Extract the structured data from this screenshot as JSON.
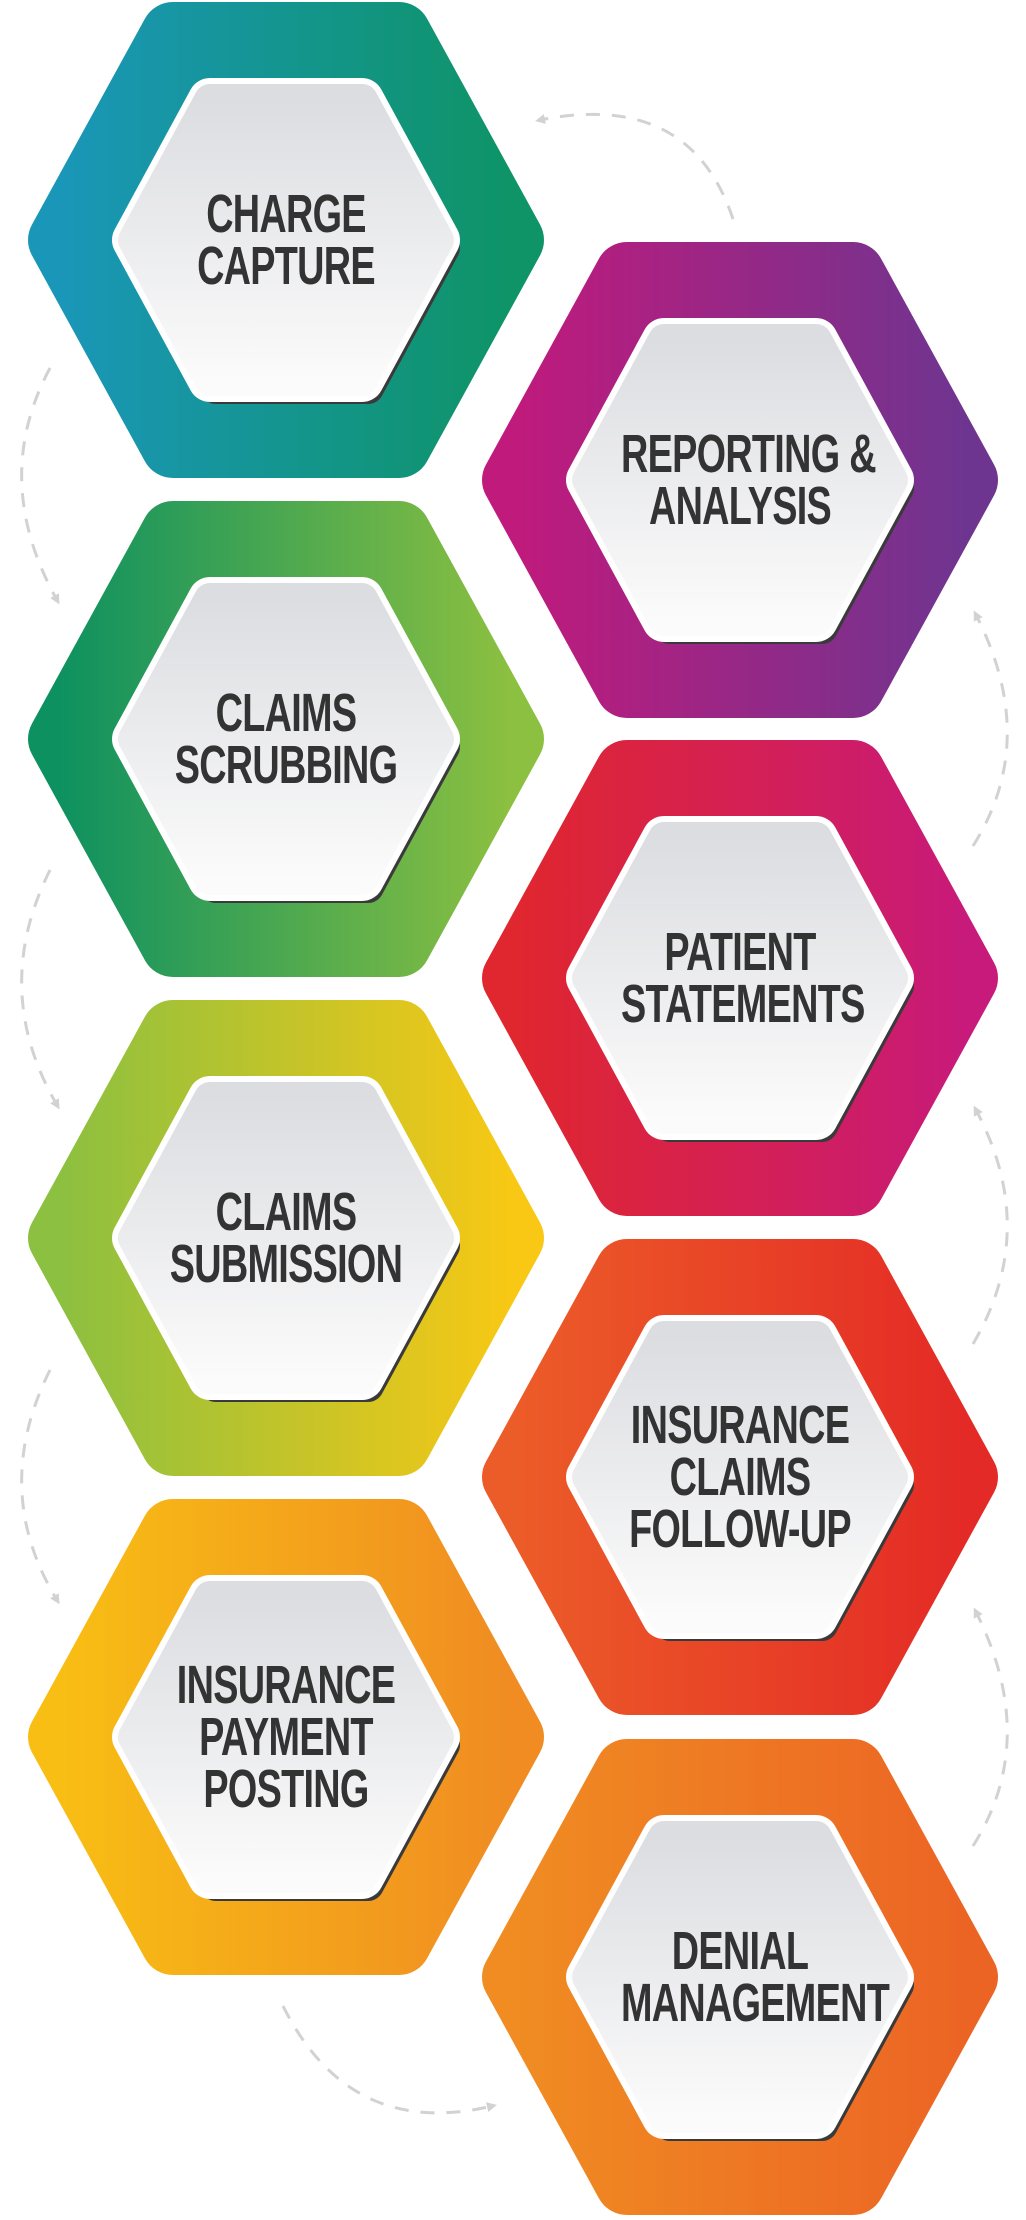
{
  "diagram": {
    "steps": [
      {
        "lines": [
          "CHARGE",
          "CAPTURE"
        ],
        "colors": [
          "#1a96b8",
          "#0e9466"
        ]
      },
      {
        "lines": [
          "CLAIMS",
          "SCRUBBING"
        ],
        "colors": [
          "#0e9160",
          "#8cc040"
        ]
      },
      {
        "lines": [
          "CLAIMS",
          "SUBMISSION"
        ],
        "colors": [
          "#8cc040",
          "#f8c814"
        ]
      },
      {
        "lines": [
          "INSURANCE",
          "PAYMENT",
          "POSTING"
        ],
        "colors": [
          "#f8be14",
          "#f08c22"
        ]
      },
      {
        "lines": [
          "DENIAL",
          "MANAGEMENT"
        ],
        "colors": [
          "#f08c22",
          "#ec6424"
        ]
      },
      {
        "lines": [
          "INSURANCE",
          "CLAIMS",
          "FOLLOW-UP"
        ],
        "colors": [
          "#ec5c28",
          "#e42a26"
        ]
      },
      {
        "lines": [
          "PATIENT",
          "STATEMENTS"
        ],
        "colors": [
          "#e0262e",
          "#c81a7a"
        ]
      },
      {
        "lines": [
          "REPORTING &",
          "ANALYSIS"
        ],
        "colors": [
          "#c01a7c",
          "#6e3590"
        ]
      }
    ],
    "connector_color": "#d2d2d2",
    "text_color": "#333333"
  }
}
